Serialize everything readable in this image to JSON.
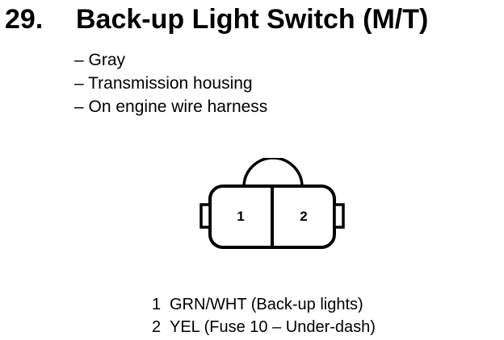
{
  "header": {
    "number": "29.",
    "title": "Back-up Light Switch (M/T)"
  },
  "details": [
    "– Gray",
    "– Transmission housing",
    "– On engine wire harness"
  ],
  "connector": {
    "pins": [
      "1",
      "2"
    ]
  },
  "pinout": [
    {
      "pin": "1",
      "description": "GRN/WHT (Back-up lights)"
    },
    {
      "pin": "2",
      "description": "YEL (Fuse 10 – Under-dash)"
    }
  ]
}
